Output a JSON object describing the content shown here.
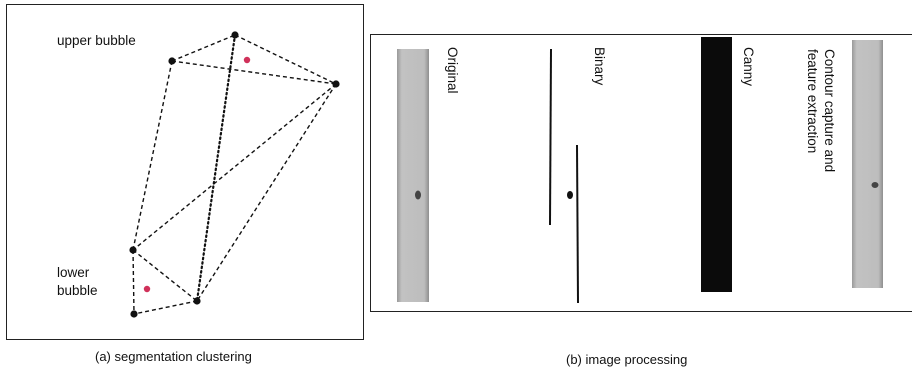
{
  "panel_a": {
    "upper_label": "upper bubble",
    "lower_label": "lower\nbubble",
    "caption": "(a) segmentation clustering",
    "colors": {
      "point": "#111111",
      "centroid": "#d0315a",
      "dash": "#111111"
    }
  },
  "panel_b": {
    "caption": "(b) image processing",
    "stages": [
      "Original",
      "Binary",
      "Canny",
      "Contour capture and\nfeature extraction"
    ],
    "colors": {
      "tube_gray": "#b8b8b8",
      "canny_fill": "#0b0b0b",
      "binary_line": "#111111"
    }
  }
}
